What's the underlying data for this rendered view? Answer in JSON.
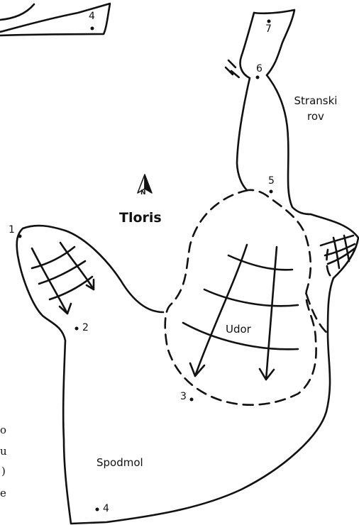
{
  "title": "Tloris",
  "north_letter": "N",
  "labels": {
    "stranski_line1": "Stranski",
    "stranski_line2": "rov",
    "udor": "Udor",
    "spodmol": "Spodmol"
  },
  "points": [
    "1",
    "2",
    "3",
    "4",
    "4",
    "5",
    "6",
    "7"
  ],
  "edge_fragments": [
    "o",
    "u",
    ")",
    "e"
  ]
}
